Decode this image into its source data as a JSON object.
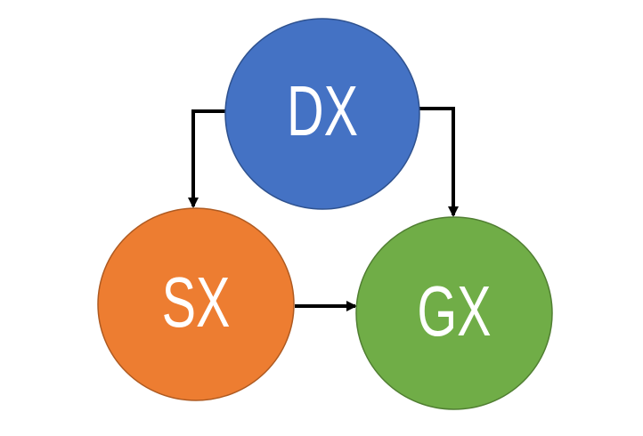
{
  "nodes": {
    "dx": {
      "label": "DX",
      "color": "#4472C4",
      "stroke": "#2F528F"
    },
    "sx": {
      "label": "SX",
      "color": "#ED7D31",
      "stroke": "#AE5A21"
    },
    "gx": {
      "label": "GX",
      "color": "#70AD47",
      "stroke": "#507E32"
    }
  },
  "edges": [
    {
      "from": "DX",
      "to": "SX"
    },
    {
      "from": "DX",
      "to": "GX"
    },
    {
      "from": "SX",
      "to": "GX"
    }
  ],
  "colors": {
    "arrow": "#000000",
    "background": "#FFFFFF"
  }
}
